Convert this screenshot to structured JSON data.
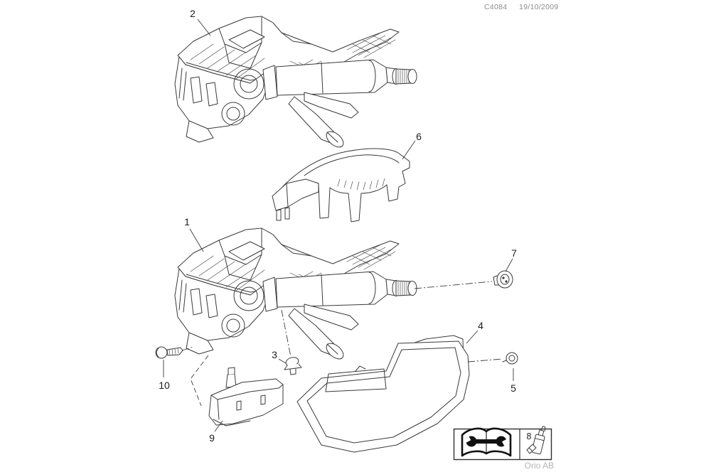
{
  "header": {
    "drawing_number": "C4084",
    "date": "19/10/2009"
  },
  "callouts": [
    {
      "label": "1"
    },
    {
      "label": "2"
    },
    {
      "label": "3"
    },
    {
      "label": "4"
    },
    {
      "label": "5"
    },
    {
      "label": "6"
    },
    {
      "label": "7"
    },
    {
      "label": "8"
    },
    {
      "label": "9"
    },
    {
      "label": "10"
    }
  ],
  "legend": {
    "part_number": "8",
    "icons": [
      "workshop-manual-icon",
      "adhesive-bottle-icon"
    ]
  },
  "footer": {
    "brand": "Orio AB"
  },
  "colors": {
    "background": "#ffffff",
    "line_art": "#3a3a3a",
    "callout_text": "#1d1d1d",
    "header_text": "#8c8c8c",
    "brand_text": "#b5b5b5"
  }
}
